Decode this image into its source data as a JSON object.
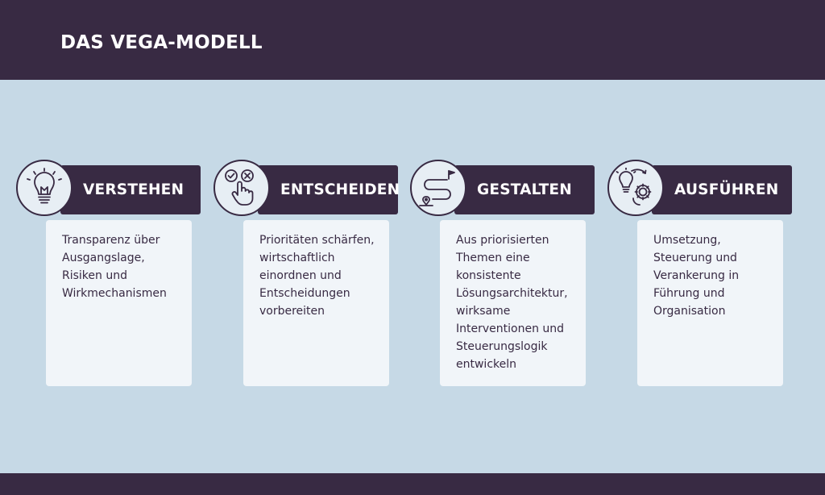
{
  "title": "DAS VEGA-MODELL",
  "colors": {
    "header_bg": "#382a43",
    "page_bg": "#c6d9e6",
    "card_bg": "#f1f5f9",
    "icon_circle_bg": "#e7eef4",
    "text_dark": "#382a43",
    "text_light": "#ffffff"
  },
  "steps": [
    {
      "title": "VERSTEHEN",
      "icon": "lightbulb-icon",
      "description": "Transparenz über Ausgangslage, Risiken und Wirkmechanismen"
    },
    {
      "title": "ENTSCHEIDEN",
      "icon": "decision-choice-icon",
      "description": "Prioritäten schärfen, wirtschaftlich einordnen und Entscheidungen vorbereiten"
    },
    {
      "title": "GESTALTEN",
      "icon": "route-map-icon",
      "description": "Aus priorisierten Themen eine konsistente Lösungsarchitektur, wirksame Interventionen und Steuerungslogik entwickeln"
    },
    {
      "title": "AUSFÜHREN",
      "icon": "idea-gear-icon",
      "description": "Umsetzung, Steuerung und Verankerung in Führung und Organisation"
    }
  ]
}
